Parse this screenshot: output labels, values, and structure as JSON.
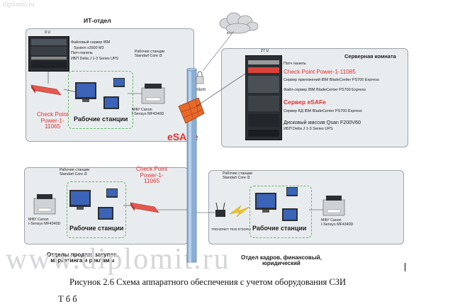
{
  "watermark": {
    "top_url": "diplomit.ru",
    "large": "www.diplomit.ru"
  },
  "it_department": {
    "title": "ИТ-отдел",
    "rack_units": "9 U",
    "rack_labels": [
      "Файловый сервер IBM",
      "System x3500 M3",
      "Патч панель",
      "ИБП Delta J 1-3 Series UPS"
    ],
    "workstations_model": "Рабочие станции\nStandart Core i3",
    "workstations": "Рабочие станции",
    "printer": "МФУ Canon\nI-Sensys MF4340D",
    "checkpoint": "Check Point\nPower-1-\n11065"
  },
  "server_room": {
    "title": "Серверная комната",
    "rack_units": "27 U",
    "rack_items": [
      {
        "label": "Патч панель",
        "style": "normal"
      },
      {
        "label": "Check Point Power-1-11085",
        "style": "red"
      },
      {
        "label": "Сервер приложений IBM BladeCenter PS700 Express",
        "style": "normal"
      },
      {
        "label": "Файл-сервер IBM BladeCenter PS700 Express",
        "style": "normal"
      },
      {
        "label": "Сервер eSAFe",
        "style": "redbold"
      },
      {
        "label": "Сервер БД  IBM BladeCenter PS700 Express",
        "style": "normal"
      },
      {
        "label": "Дисковый массив Qsan F200V60",
        "style": "medium"
      },
      {
        "label": "ИБП Delta J 1-3 Series UPS",
        "style": "normal"
      }
    ]
  },
  "internet": "Internet",
  "idenium": "IDenium",
  "esafe": "eSAFe",
  "sales_dept": {
    "workstations_model": "Рабочие станции\nStandart Core i3",
    "workstations": "Рабочие станции",
    "printer": "МФУ Canon\nI-Sensys MF4340D",
    "checkpoint": "Check Point\nPower-1-\n11065",
    "title": "Отделы продаж, закупок,\nмаркетинга и рекламы"
  },
  "hr_dept": {
    "workstations_model": "Рабочие станции\nStandart Core i3",
    "router": "TRENDNET TEW-673GRU",
    "workstations": "Рабочие станции",
    "printer": "МФУ Canon\nI-Sensys MF4340D",
    "title": "Отдел кадров, финансовый,\nюридический"
  },
  "caption": "Рисунок 2.6 Схема аппаратного обеспечения с учетом оборудования СЗИ",
  "cut_text": "Т                              б                                                                            б",
  "colors": {
    "panel_bg": "#e9ecef",
    "panel_border": "#9aa3ab",
    "dashed_green": "#5fb85f",
    "red_text": "#e0302c",
    "firewall_orange": "#e86a2a",
    "pipe_blue": "#7fa2c8"
  }
}
